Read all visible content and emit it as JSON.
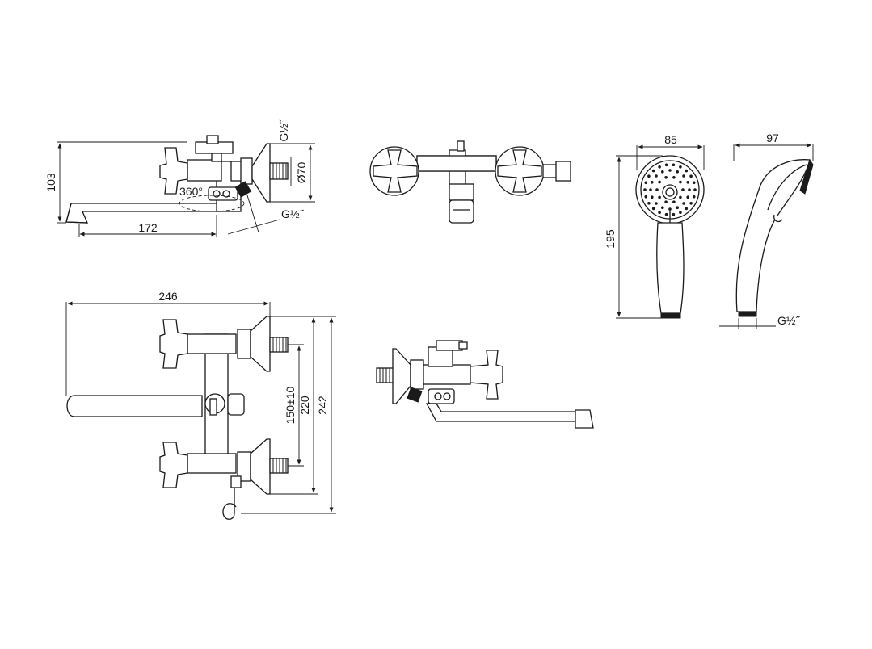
{
  "dimensions": {
    "side_height": "103",
    "spout_length": "172",
    "swivel": "360°",
    "wall_thread_top": "G½˝",
    "flange_diameter": "Ø70",
    "outlet_thread": "G½˝",
    "total_width": "246",
    "center_distance": "150±10",
    "height_220": "220",
    "height_242": "242",
    "head_width": "85",
    "shower_length": "195",
    "shower_depth": "97",
    "shower_thread": "G½˝"
  }
}
